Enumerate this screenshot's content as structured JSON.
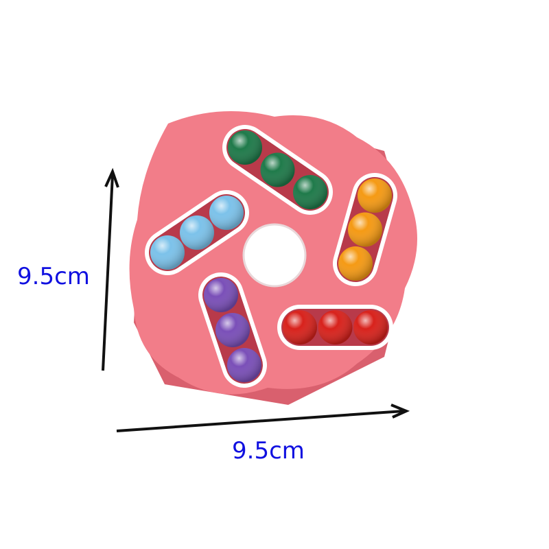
{
  "dimensions": {
    "height_label": "9.5cm",
    "width_label": "9.5cm",
    "label_color": "#1010e0"
  },
  "product": {
    "body_color": "#f27d89",
    "body_shadow_color": "#d9606e",
    "slot_color": "#ffffff",
    "center_button_color": "#ffffff",
    "ball_groups": [
      {
        "name": "green",
        "color": "#1f7a4a",
        "count": 3
      },
      {
        "name": "orange",
        "color": "#f59a14",
        "count": 3
      },
      {
        "name": "red",
        "color": "#d8221c",
        "count": 3
      },
      {
        "name": "purple",
        "color": "#7a4fb8",
        "count": 3
      },
      {
        "name": "light-blue",
        "color": "#7cc2ea",
        "count": 3
      }
    ]
  }
}
